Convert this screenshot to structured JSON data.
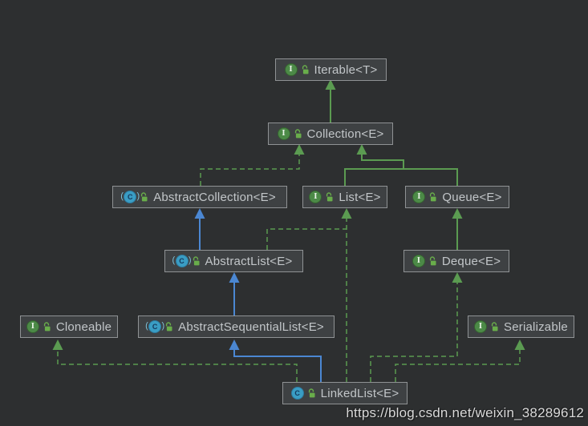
{
  "diagram": {
    "title": "LinkedList class hierarchy UML diagram",
    "nodes": [
      {
        "id": "iterable",
        "label": "Iterable<T>",
        "kind": "interface"
      },
      {
        "id": "collection",
        "label": "Collection<E>",
        "kind": "interface"
      },
      {
        "id": "abstract-collection",
        "label": "AbstractCollection<E>",
        "kind": "abstract-class"
      },
      {
        "id": "list",
        "label": "List<E>",
        "kind": "interface"
      },
      {
        "id": "queue",
        "label": "Queue<E>",
        "kind": "interface"
      },
      {
        "id": "abstract-list",
        "label": "AbstractList<E>",
        "kind": "abstract-class"
      },
      {
        "id": "deque",
        "label": "Deque<E>",
        "kind": "interface"
      },
      {
        "id": "cloneable",
        "label": "Cloneable",
        "kind": "interface"
      },
      {
        "id": "abstract-sequential-list",
        "label": "AbstractSequentialList<E>",
        "kind": "abstract-class"
      },
      {
        "id": "serializable",
        "label": "Serializable",
        "kind": "interface"
      },
      {
        "id": "linked-list",
        "label": "LinkedList<E>",
        "kind": "class"
      }
    ],
    "edges": [
      {
        "from": "Collection<E>",
        "to": "Iterable<T>",
        "type": "extends",
        "style": "solid-green"
      },
      {
        "from": "AbstractCollection<E>",
        "to": "Collection<E>",
        "type": "implements",
        "style": "dashed-green"
      },
      {
        "from": "List<E>",
        "to": "Collection<E>",
        "type": "extends",
        "style": "solid-green"
      },
      {
        "from": "Queue<E>",
        "to": "Collection<E>",
        "type": "extends",
        "style": "solid-green"
      },
      {
        "from": "AbstractList<E>",
        "to": "AbstractCollection<E>",
        "type": "extends",
        "style": "solid-blue"
      },
      {
        "from": "AbstractList<E>",
        "to": "List<E>",
        "type": "implements",
        "style": "dashed-green"
      },
      {
        "from": "Deque<E>",
        "to": "Queue<E>",
        "type": "extends",
        "style": "solid-green"
      },
      {
        "from": "AbstractSequentialList<E>",
        "to": "AbstractList<E>",
        "type": "extends",
        "style": "solid-blue"
      },
      {
        "from": "LinkedList<E>",
        "to": "AbstractSequentialList<E>",
        "type": "extends",
        "style": "solid-blue"
      },
      {
        "from": "LinkedList<E>",
        "to": "List<E>",
        "type": "implements",
        "style": "dashed-green"
      },
      {
        "from": "LinkedList<E>",
        "to": "Deque<E>",
        "type": "implements",
        "style": "dashed-green"
      },
      {
        "from": "LinkedList<E>",
        "to": "Cloneable",
        "type": "implements",
        "style": "dashed-green"
      },
      {
        "from": "LinkedList<E>",
        "to": "Serializable",
        "type": "implements",
        "style": "dashed-green"
      }
    ],
    "colors": {
      "background": "#2d2f30",
      "node_fill": "#3e4143",
      "node_border": "#8f9294",
      "label_text": "#c2c6c9",
      "extends_implements_green": "#5b9b51",
      "extends_blue": "#4b87d2",
      "interface_icon_green": "#4c8a47",
      "class_icon_teal": "#3a9dc4",
      "lock_icon_green": "#69ad4b"
    }
  },
  "icons": {
    "interface_letter": "I",
    "class_letter": "C",
    "paren_open": "(",
    "paren_close": ")"
  },
  "watermark": {
    "text": "https://blog.csdn.net/weixin_38289612"
  }
}
